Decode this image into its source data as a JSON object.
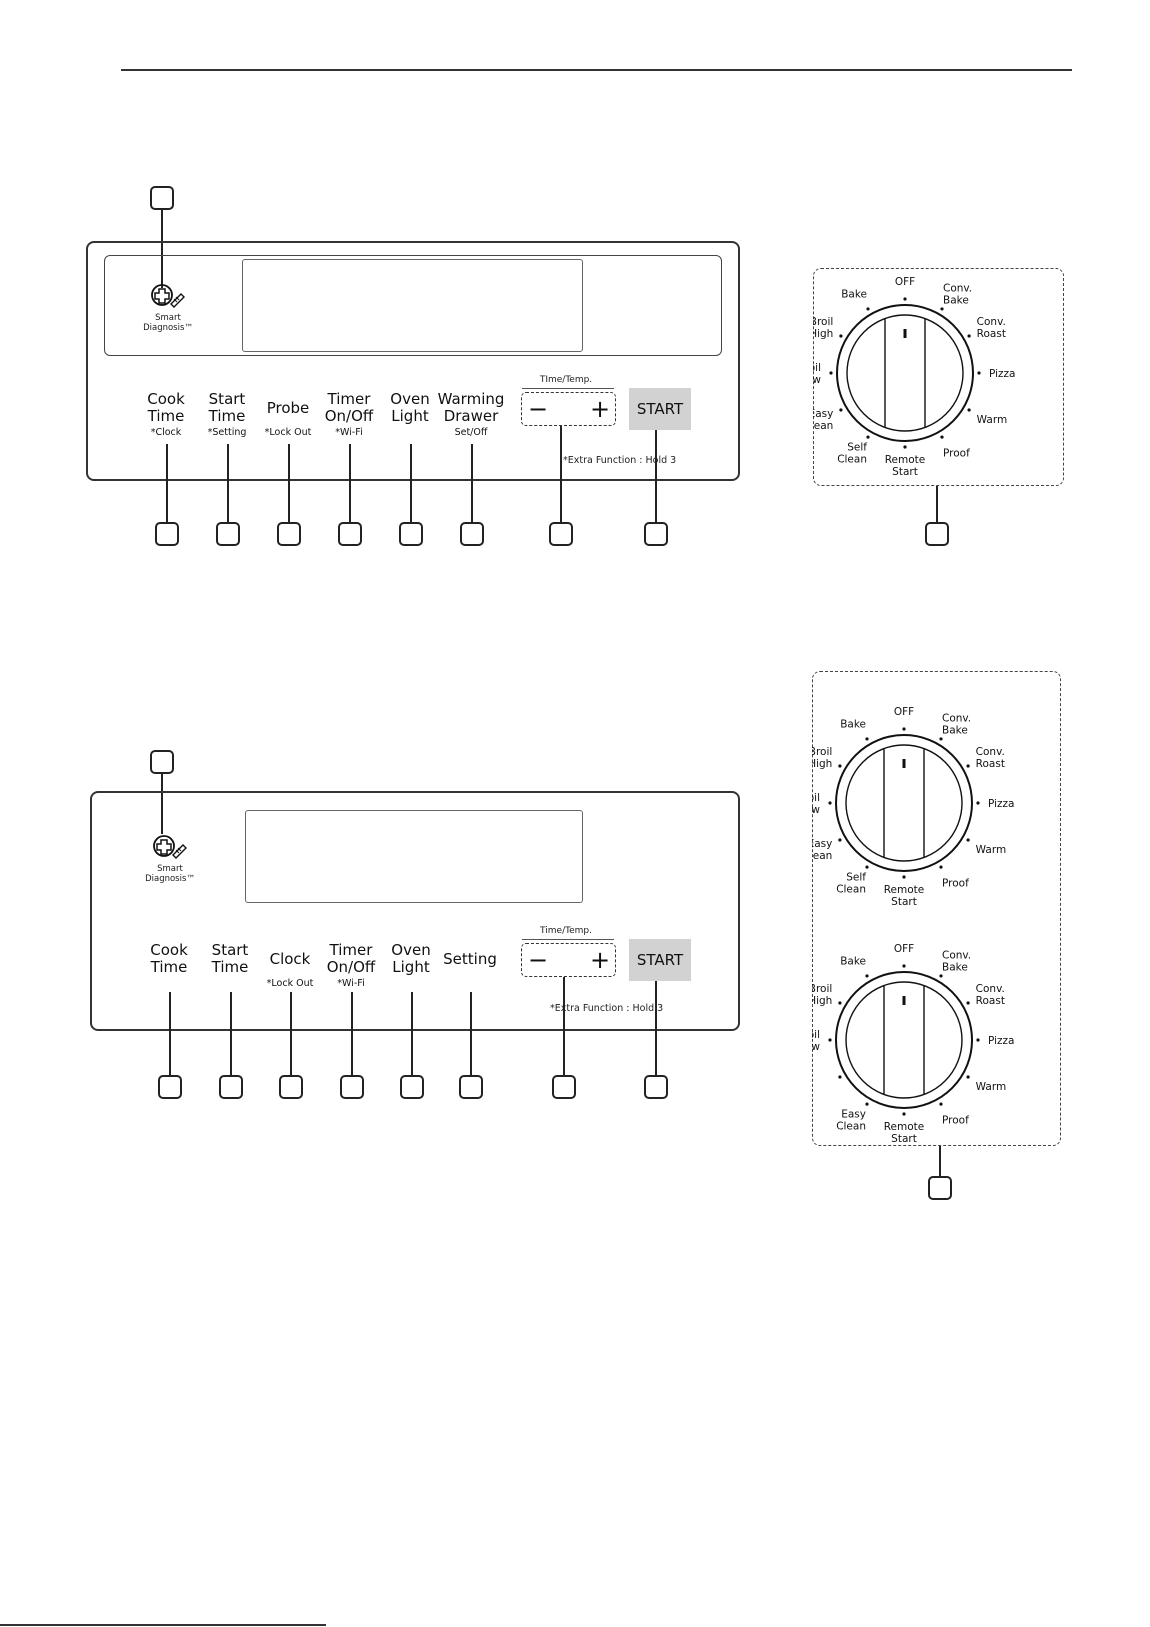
{
  "panels": [
    {
      "id": "top",
      "smart_diagnosis": {
        "line1": "Smart",
        "line2": "Diagnosis™"
      },
      "keys": [
        {
          "name": "cook-time",
          "main": [
            "Cook",
            "Time"
          ],
          "sub": "*Clock"
        },
        {
          "name": "start-time",
          "main": [
            "Start",
            "Time"
          ],
          "sub": "*Setting"
        },
        {
          "name": "probe",
          "main": [
            "Probe"
          ],
          "sub": "*Lock Out"
        },
        {
          "name": "timer",
          "main": [
            "Timer",
            "On/Off"
          ],
          "sub": "*Wi-Fi"
        },
        {
          "name": "oven-light",
          "main": [
            "Oven",
            "Light"
          ],
          "sub": ""
        },
        {
          "name": "warming-drawer",
          "main": [
            "Warming",
            "Drawer"
          ],
          "sub": "Set/Off"
        }
      ],
      "time_temp": {
        "label": "TIme/Temp.",
        "minus": "−",
        "plus": "+"
      },
      "start": "START",
      "extra_note": "*Extra Function : Hold 3"
    },
    {
      "id": "bottom",
      "smart_diagnosis": {
        "line1": "Smart",
        "line2": "Diagnosis™"
      },
      "keys": [
        {
          "name": "cook-time",
          "main": [
            "Cook",
            "Time"
          ],
          "sub": ""
        },
        {
          "name": "start-time",
          "main": [
            "Start",
            "Time"
          ],
          "sub": ""
        },
        {
          "name": "clock",
          "main": [
            "Clock"
          ],
          "sub": "*Lock Out"
        },
        {
          "name": "timer",
          "main": [
            "Timer",
            "On/Off"
          ],
          "sub": "*Wi-Fi"
        },
        {
          "name": "oven-light",
          "main": [
            "Oven",
            "Light"
          ],
          "sub": ""
        },
        {
          "name": "setting",
          "main": [
            "Setting"
          ],
          "sub": ""
        }
      ],
      "time_temp": {
        "label": "Time/Temp.",
        "minus": "−",
        "plus": "+"
      },
      "start": "START",
      "extra_note": "*Extra Function : Hold 3"
    }
  ],
  "dials": [
    {
      "id": "dial-1",
      "labels": [
        {
          "text": [
            "OFF"
          ]
        },
        {
          "text": [
            "Conv.",
            "Bake"
          ]
        },
        {
          "text": [
            "Conv.",
            "Roast"
          ]
        },
        {
          "text": [
            "Pizza"
          ]
        },
        {
          "text": [
            "Warm"
          ]
        },
        {
          "text": [
            "Proof"
          ]
        },
        {
          "text": [
            "Remote",
            "Start"
          ]
        },
        {
          "text": [
            "Self",
            "Clean"
          ]
        },
        {
          "text": [
            "Easy",
            "Clean"
          ]
        },
        {
          "text": [
            "Broil",
            "Low"
          ]
        },
        {
          "text": [
            "Broil",
            "High"
          ]
        },
        {
          "text": [
            "Bake"
          ]
        }
      ]
    },
    {
      "id": "dial-2",
      "labels": [
        {
          "text": [
            "OFF"
          ]
        },
        {
          "text": [
            "Conv.",
            "Bake"
          ]
        },
        {
          "text": [
            "Conv.",
            "Roast"
          ]
        },
        {
          "text": [
            "Pizza"
          ]
        },
        {
          "text": [
            "Warm"
          ]
        },
        {
          "text": [
            "Proof"
          ]
        },
        {
          "text": [
            "Remote",
            "Start"
          ]
        },
        {
          "text": [
            "Self",
            "Clean"
          ]
        },
        {
          "text": [
            "Easy",
            "Clean"
          ]
        },
        {
          "text": [
            "Broil",
            "Low"
          ]
        },
        {
          "text": [
            "Broil",
            "High"
          ]
        },
        {
          "text": [
            "Bake"
          ]
        }
      ]
    },
    {
      "id": "dial-3",
      "labels": [
        {
          "text": [
            "OFF"
          ]
        },
        {
          "text": [
            "Conv.",
            "Bake"
          ]
        },
        {
          "text": [
            "Conv.",
            "Roast"
          ]
        },
        {
          "text": [
            "Pizza"
          ]
        },
        {
          "text": [
            "Warm"
          ]
        },
        {
          "text": [
            "Proof"
          ]
        },
        {
          "text": [
            "Remote",
            "Start"
          ]
        },
        {
          "text": [
            "Easy",
            "Clean"
          ]
        },
        {
          "text": [
            ""
          ]
        },
        {
          "text": [
            "Broil",
            "Low"
          ]
        },
        {
          "text": [
            "Broil",
            "High"
          ]
        },
        {
          "text": [
            "Bake"
          ]
        }
      ]
    }
  ]
}
